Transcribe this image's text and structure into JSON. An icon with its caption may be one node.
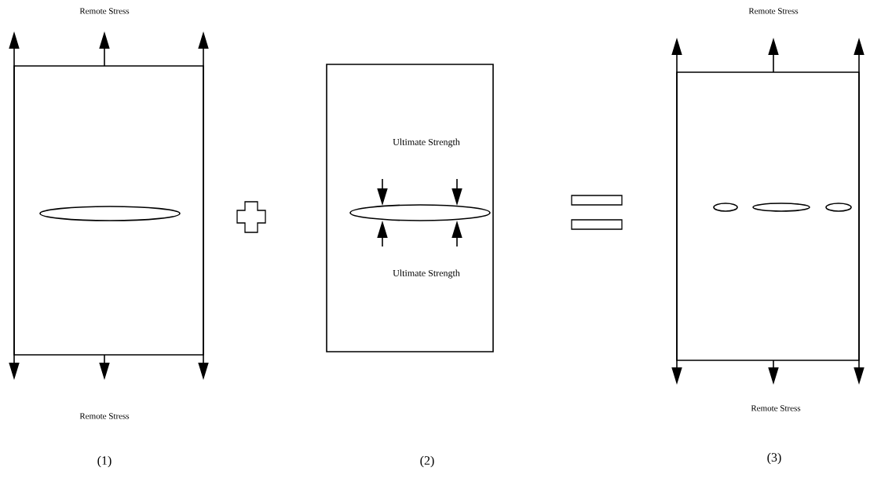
{
  "diagram": {
    "labels": [
      "Remote Stress",
      "Remote Stress",
      "Ultimate Strength",
      "Ultimate Strength",
      "Remote Stress",
      "Remote Stress",
      "(1)",
      "(2)",
      "(3)"
    ]
  }
}
